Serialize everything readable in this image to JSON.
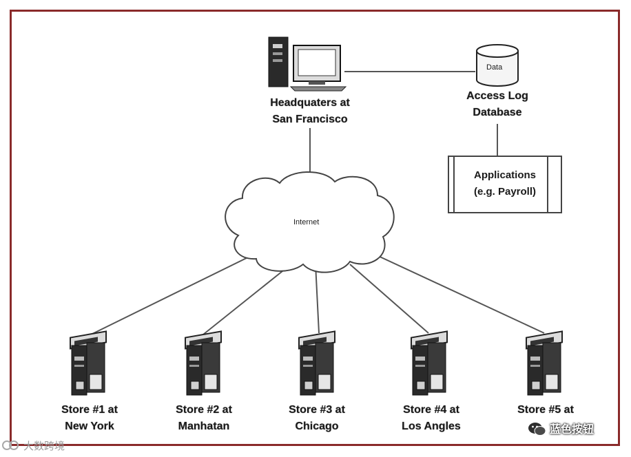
{
  "diagram": {
    "headquarters": {
      "line1": "Headquaters at",
      "line2": "San Francisco"
    },
    "database": {
      "icon_label": "Data",
      "line1": "Access Log",
      "line2": "Database"
    },
    "applications": {
      "line1": "Applications",
      "line2": "(e.g. Payroll)"
    },
    "cloud_label": "Internet",
    "stores": [
      {
        "line1": "Store #1 at",
        "line2": "New York"
      },
      {
        "line1": "Store #2 at",
        "line2": "Manhatan"
      },
      {
        "line1": "Store #3 at",
        "line2": "Chicago"
      },
      {
        "line1": "Store #4 at",
        "line2": "Los Angles"
      },
      {
        "line1": "Store #5 at",
        "line2": ""
      }
    ]
  },
  "watermarks": {
    "left": "大数跨境",
    "right": "蓝色按钮"
  },
  "colors": {
    "frame": "#8a2a2a",
    "lines": "#555555"
  }
}
